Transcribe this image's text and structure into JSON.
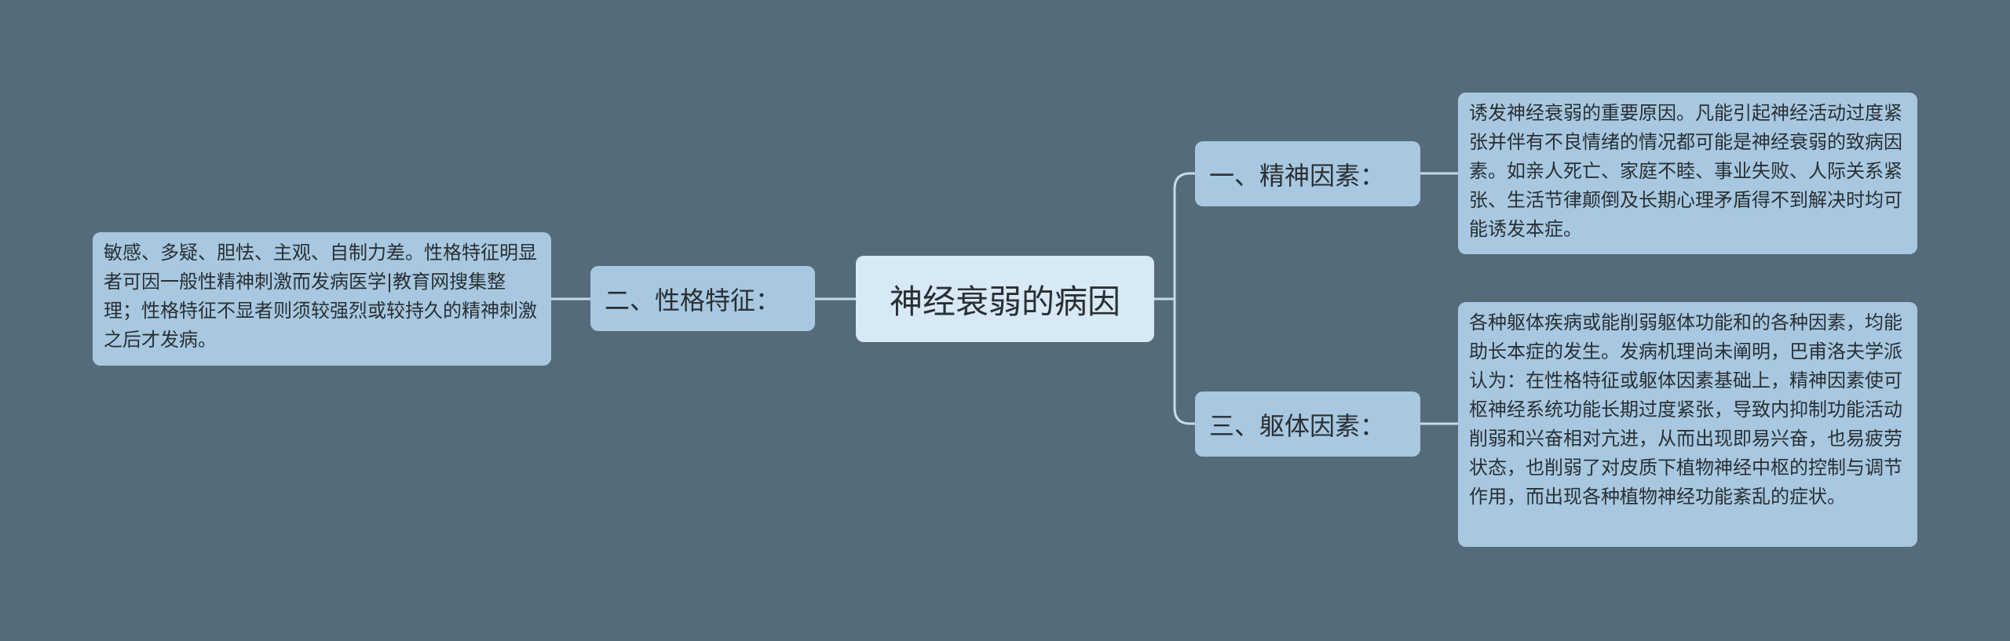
{
  "diagram": {
    "center": {
      "label": "神经衰弱的病因"
    },
    "branches": [
      {
        "label": "一、精神因素：",
        "detail": "诱发神经衰弱的重要原因。凡能引起神经活动过度紧张并伴有不良情绪的情况都可能是神经衰弱的致病因素。如亲人死亡、家庭不睦、事业失败、人际关系紧张、生活节律颠倒及长期心理矛盾得不到解决时均可能诱发本症。"
      },
      {
        "label": "二、性格特征：",
        "detail": "敏感、多疑、胆怯、主观、自制力差。性格特征明显者可因一般性精神刺激而发病医学|教育网搜集整理；性格特征不显者则须较强烈或较持久的精神刺激之后才发病。"
      },
      {
        "label": "三、躯体因素：",
        "detail": "各种躯体疾病或能削弱躯体功能和的各种因素，均能助长本症的发生。发病机理尚未阐明，巴甫洛夫学派认为：在性格特征或躯体因素基础上，精神因素使可枢神经系统功能长期过度紧张，导致内抑制功能活动削弱和兴奋相对亢进，从而出现即易兴奋，也易疲劳状态，也削弱了对皮质下植物神经中枢的控制与调节作用，而出现各种植物神经功能紊乱的症状。"
      }
    ]
  },
  "colors": {
    "background": "#566b79",
    "center_fill": "#d7e9f4",
    "node_fill": "#a7c8e0",
    "connector": "#c5dbe9"
  }
}
